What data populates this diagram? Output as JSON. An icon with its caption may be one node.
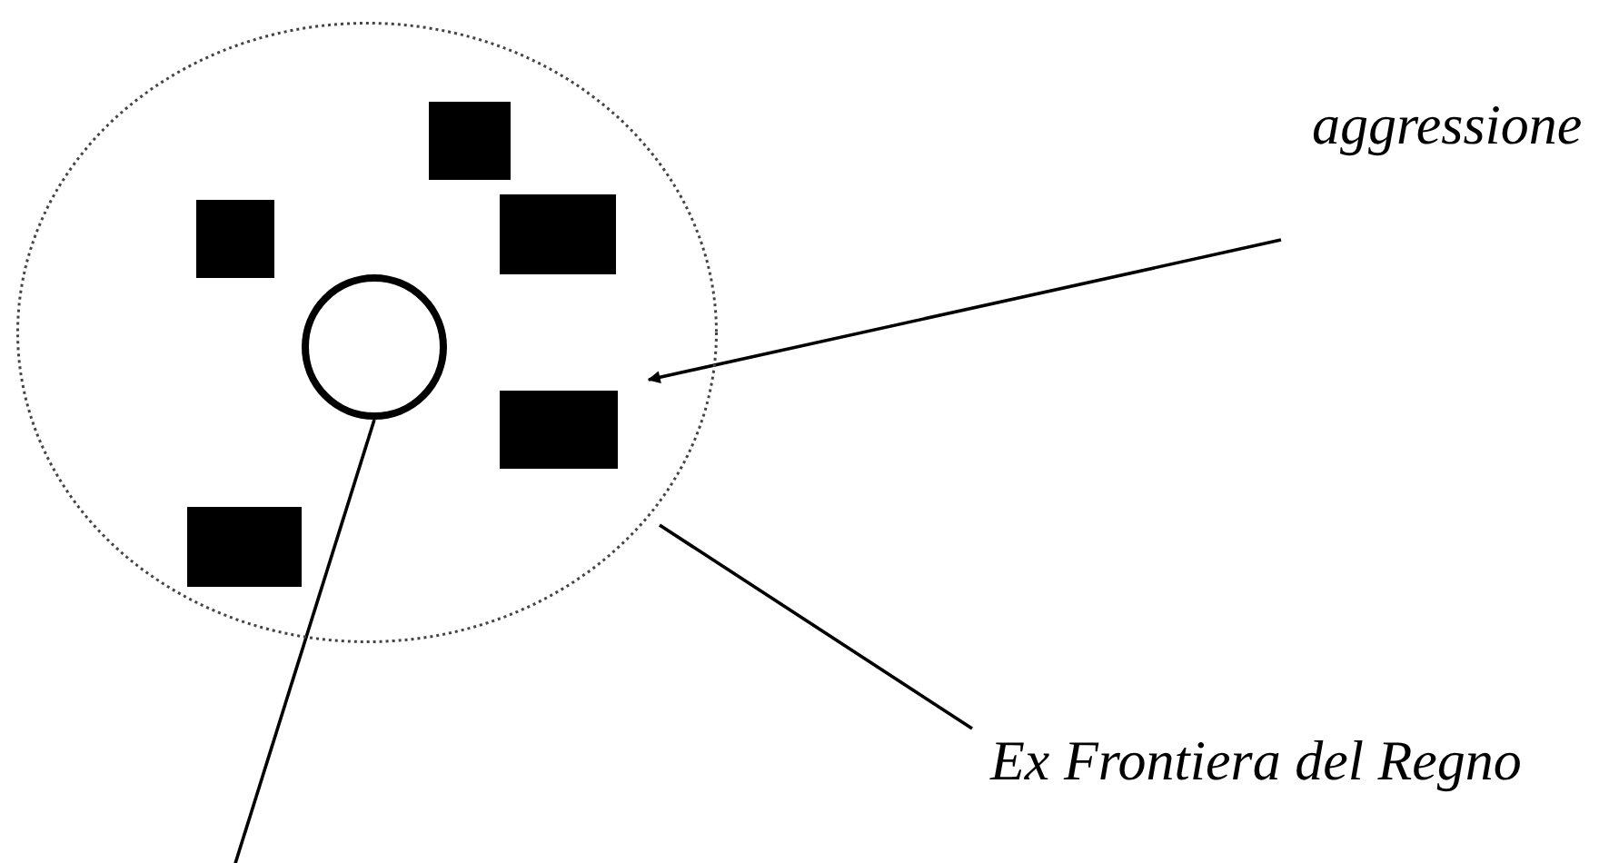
{
  "diagram": {
    "nodes": [
      {
        "text": [],
        "shape": "circle"
      },
      {
        "text": [],
        "shape": "box",
        "in": 0
      },
      {
        "text": [
          "aggressione"
        ]
      },
      {
        "text": [],
        "shape": "box",
        "in": 0
      },
      {
        "text": [],
        "shape": "box",
        "in": 0
      },
      {
        "text": [],
        "shape": "circle",
        "in": 0
      },
      {
        "text": [],
        "shape": "box",
        "in": 0
      },
      {
        "text": [],
        "shape": "box",
        "in": 0
      },
      {
        "text": [
          "Ex Frontiera del Regno"
        ]
      }
    ],
    "edges": [
      {
        "from": 2,
        "to": 6,
        "arrow": "to"
      },
      {
        "from": 8,
        "to": 0,
        "arrow": "none"
      },
      {
        "from": 5,
        "to": null,
        "arrow": "none"
      }
    ]
  }
}
